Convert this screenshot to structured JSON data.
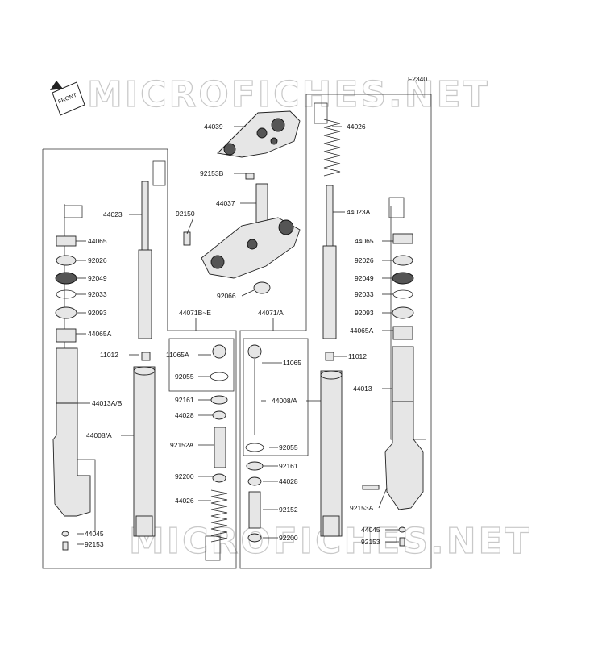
{
  "figure_code": "F2340",
  "front_label": "FRONT",
  "watermark": "MICROFICHES.NET",
  "labels": [
    "44039",
    "44026",
    "92153B",
    "44037",
    "92150",
    "44023",
    "44023A",
    "44065",
    "92026",
    "92049",
    "92033",
    "92093",
    "44065A",
    "11012",
    "11065A",
    "92055",
    "92161",
    "44028",
    "44013A/B",
    "44008/A",
    "92152A",
    "92200",
    "44026",
    "44045",
    "92153",
    "44071B~E",
    "44071/A",
    "92066",
    "11065",
    "44008/A",
    "92055",
    "92161",
    "44028",
    "92152",
    "92200",
    "44065",
    "92026",
    "92049",
    "92033",
    "92093",
    "44065A",
    "11012",
    "44013",
    "92153A",
    "44045",
    "92153"
  ]
}
